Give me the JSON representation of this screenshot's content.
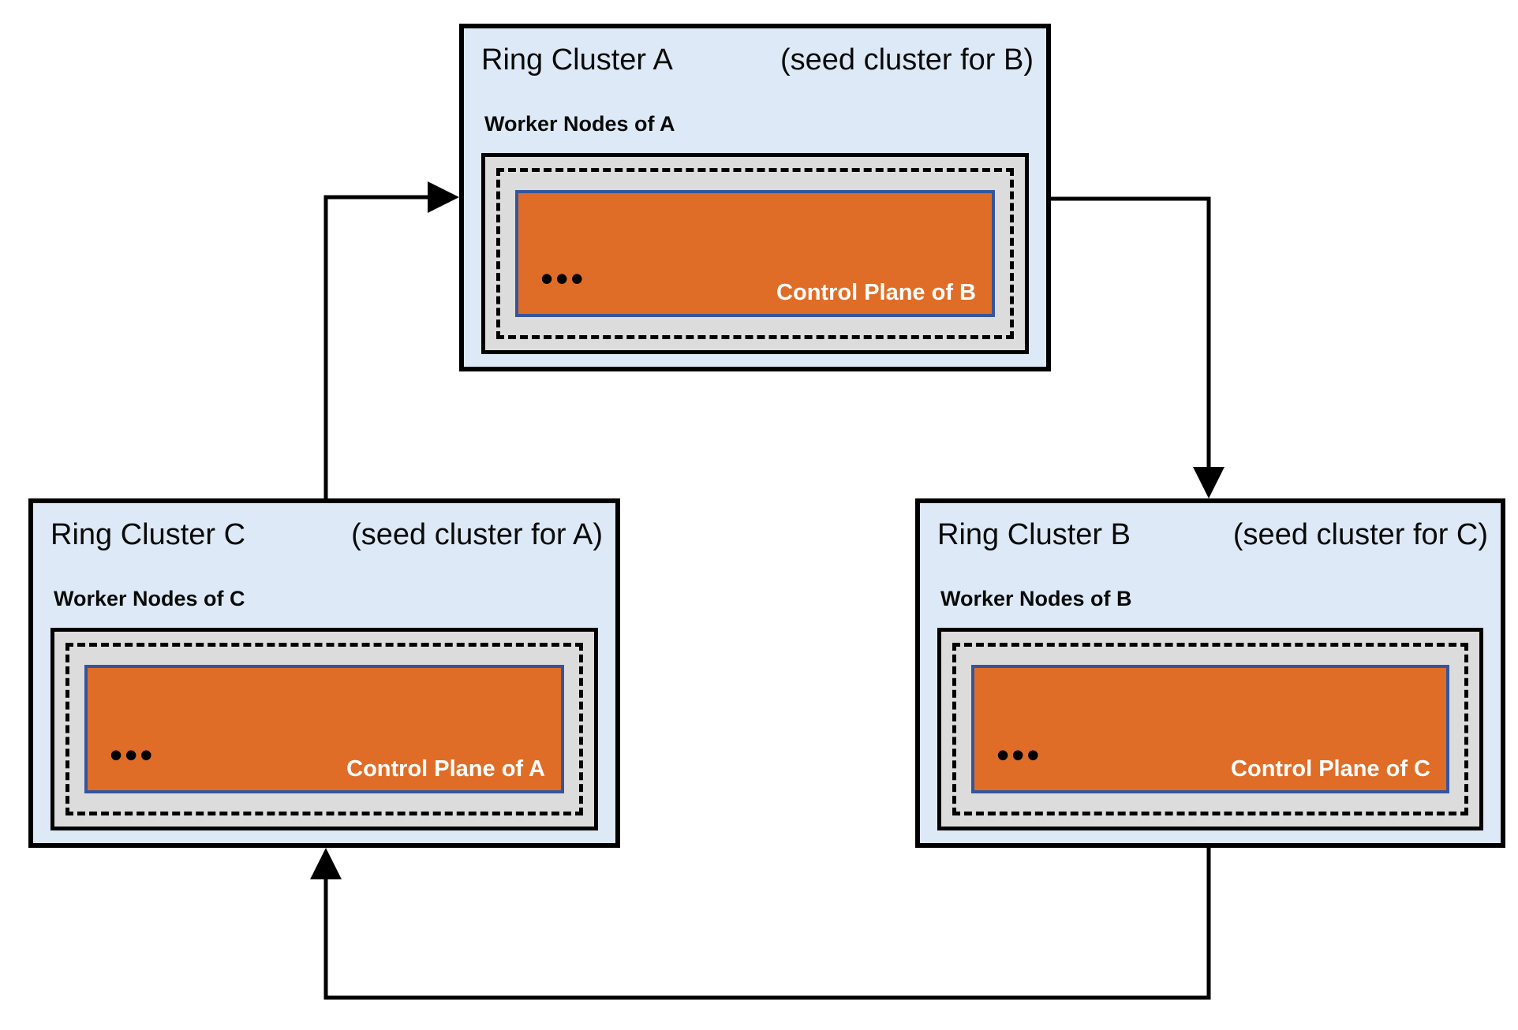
{
  "diagram": {
    "clusters": {
      "a": {
        "title": "Ring Cluster A",
        "seed_note": "(seed cluster for B)",
        "worker_label": "Worker Nodes of A",
        "control_label": "Control Plane of B",
        "dots": "•••"
      },
      "b": {
        "title": "Ring Cluster B",
        "seed_note": "(seed cluster for C)",
        "worker_label": "Worker Nodes of B",
        "control_label": "Control Plane of C",
        "dots": "•••"
      },
      "c": {
        "title": "Ring Cluster C",
        "seed_note": "(seed cluster for A)",
        "worker_label": "Worker Nodes of C",
        "control_label": "Control Plane of A",
        "dots": "•••"
      }
    },
    "arrows": [
      {
        "from": "Ring Cluster C",
        "to": "Ring Cluster A"
      },
      {
        "from": "Ring Cluster A",
        "to": "Ring Cluster B"
      },
      {
        "from": "Ring Cluster B",
        "to": "Ring Cluster C"
      }
    ],
    "colors": {
      "cluster_fill": "#dde9f6",
      "cluster_border": "#000000",
      "worker_fill": "#dcdcdc",
      "worker_border": "#000000",
      "control_fill": "#e06d27",
      "control_border": "#35559b",
      "control_text": "#ffffff",
      "arrow": "#000000"
    }
  }
}
